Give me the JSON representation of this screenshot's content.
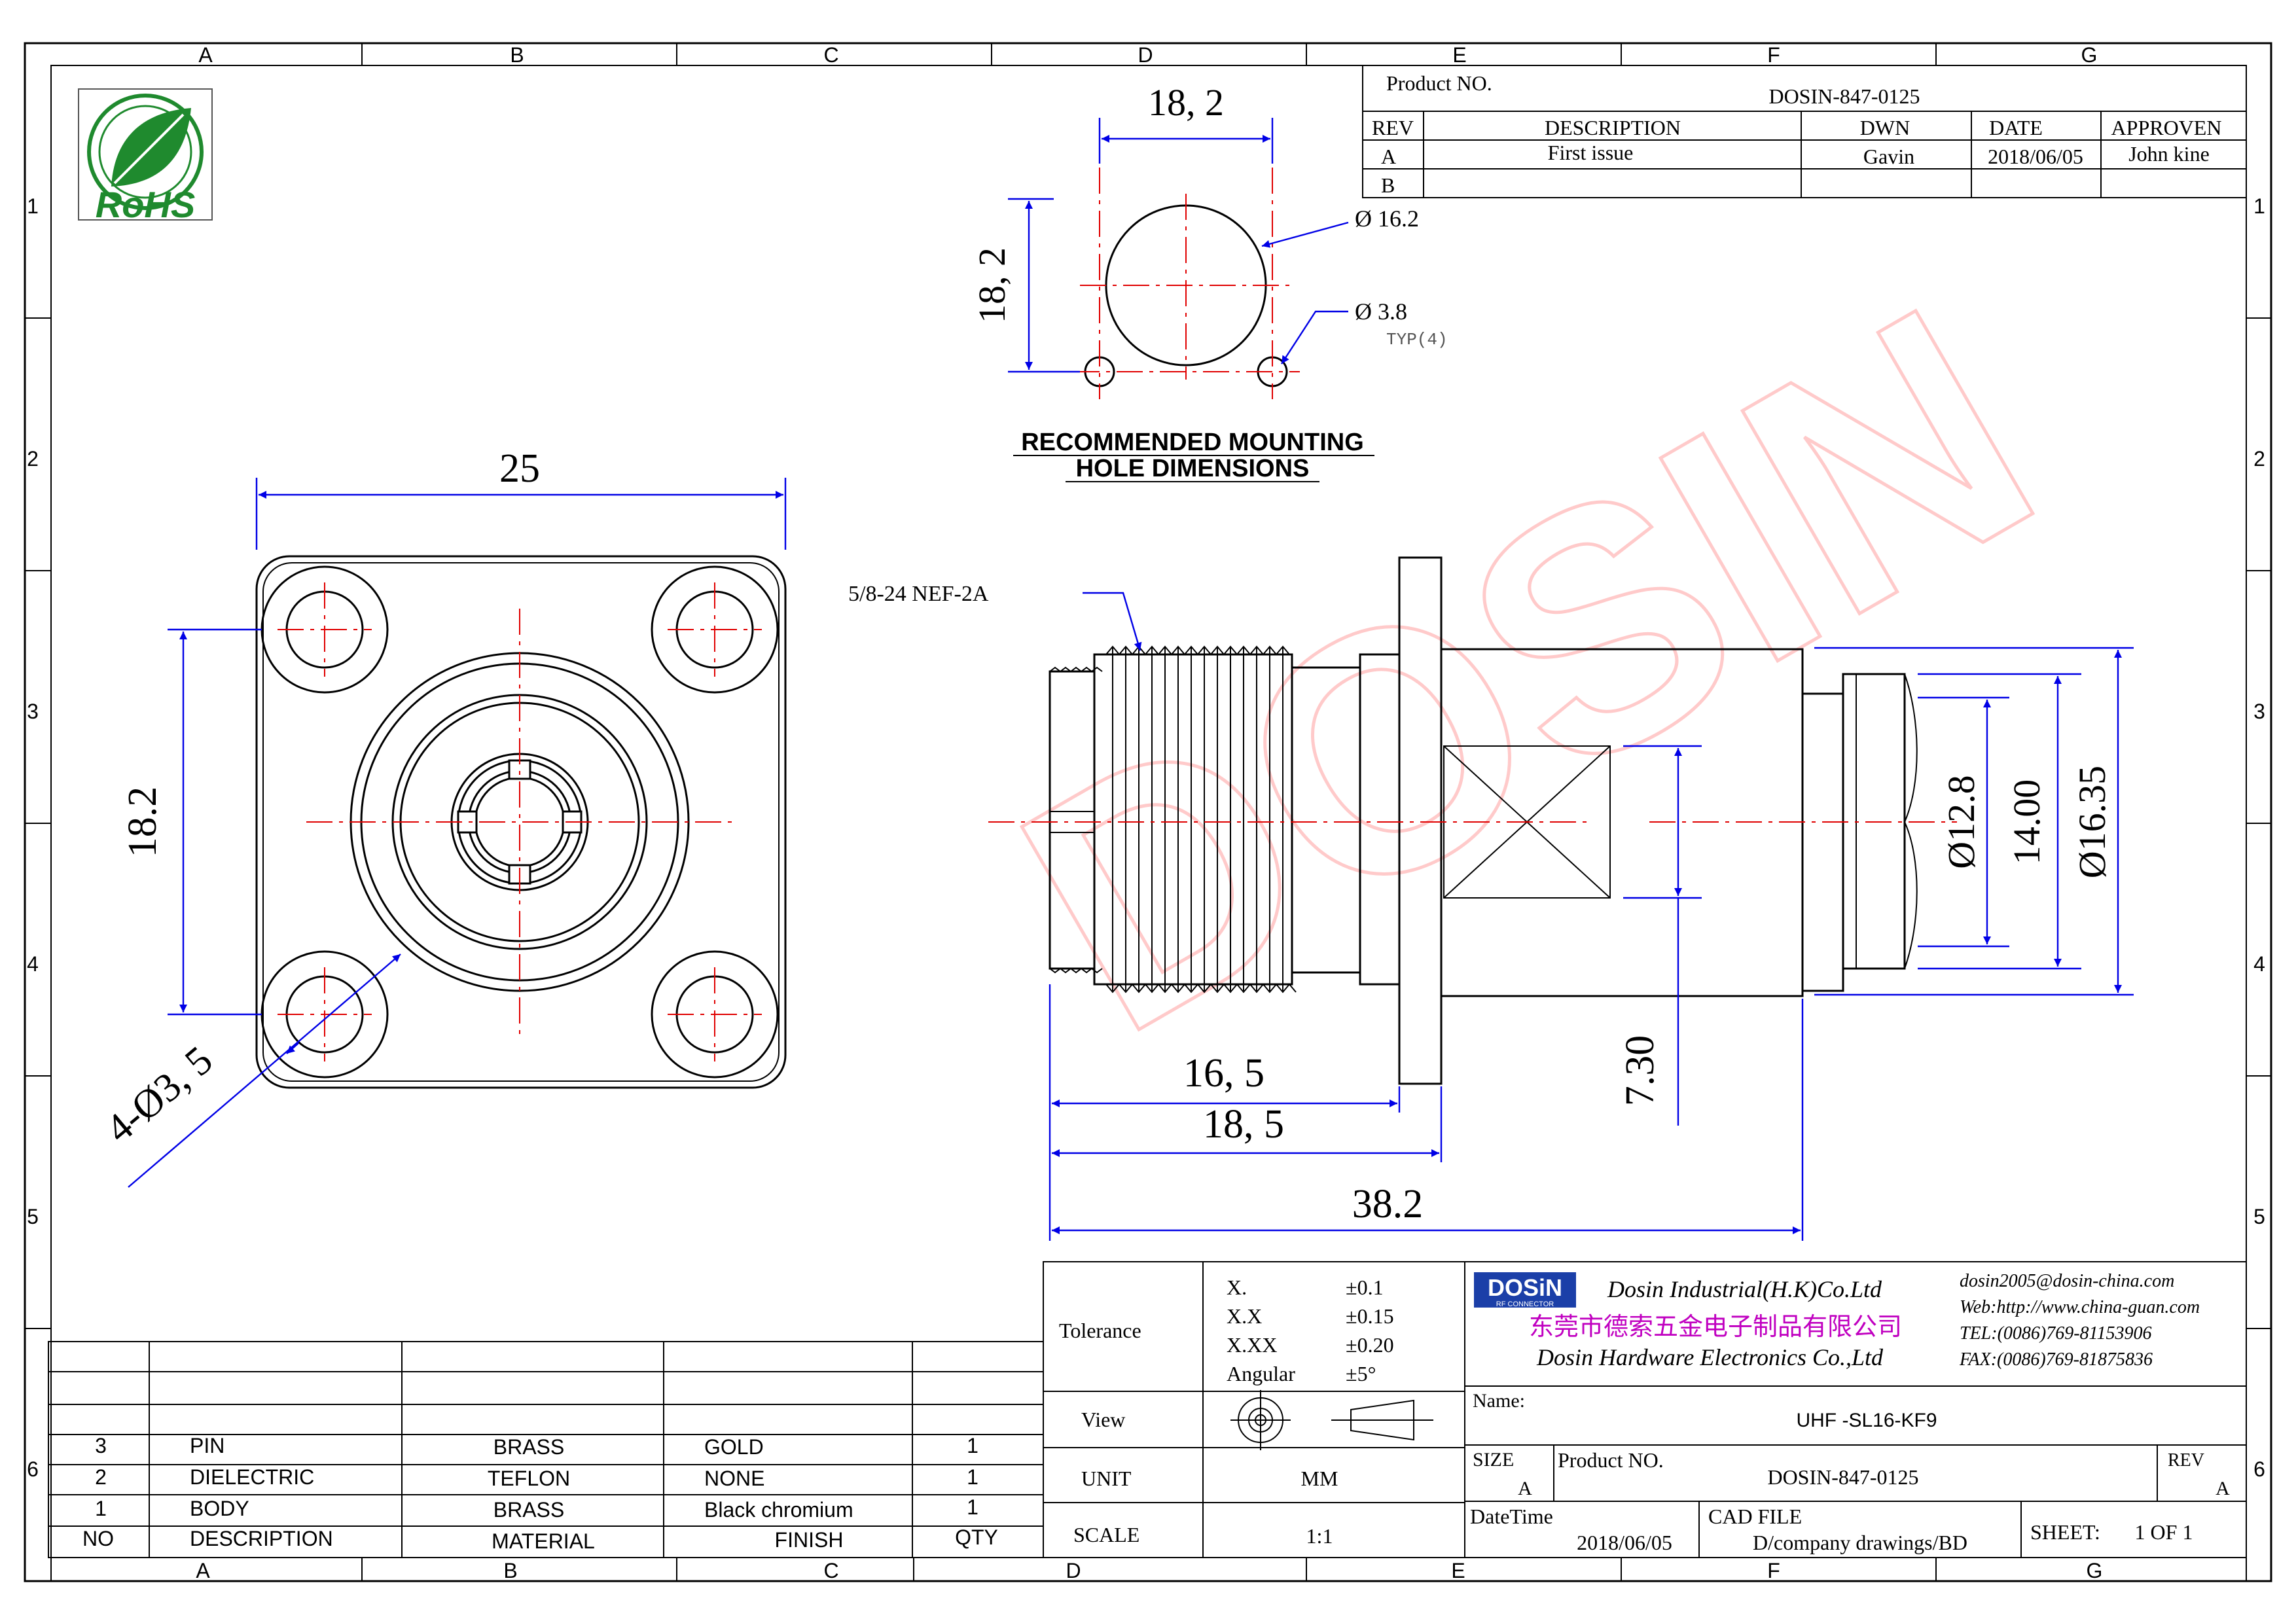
{
  "rohs_logo": {
    "text": "RoHS",
    "color": "#1f8a2e"
  },
  "watermark": {
    "text": "DOSIN",
    "color": "#ffd6d6"
  },
  "border": {
    "columns": [
      "A",
      "B",
      "C",
      "D",
      "E",
      "F",
      "G"
    ],
    "bottom_columns": [
      "A",
      "B",
      "C",
      "D",
      "E",
      "F",
      "G"
    ],
    "rows": [
      "1",
      "2",
      "3",
      "4",
      "5",
      "6"
    ]
  },
  "title_block_top": {
    "product_no_label": "Product NO.",
    "product_no": "DOSIN-847-0125",
    "headers": [
      "REV",
      "DESCRIPTION",
      "DWN",
      "DATE",
      "APPROVEN"
    ],
    "rows": [
      [
        "A",
        "First issue",
        "Gavin",
        "2018/06/05",
        "John kine"
      ],
      [
        "B",
        "",
        "",
        "",
        ""
      ]
    ]
  },
  "mounting": {
    "width": "18, 2",
    "height": "18, 2",
    "center_hole": "Ø 16.2",
    "small_hole": "Ø 3.8",
    "small_hole_note": "TYP(4)",
    "title_line1": "RECOMMENDED  MOUNTING",
    "title_line2": "HOLE  DIMENSIONS"
  },
  "front_view": {
    "width": "25",
    "hole_spacing": "18.2",
    "holes": "4-Ø3, 5"
  },
  "side_view": {
    "thread": "5/8-24 NEF-2A",
    "len_a": "16, 5",
    "len_b": "18, 5",
    "len_total": "38.2",
    "flange_h": "7.30",
    "d1": "Ø12.8",
    "d2": "14.00",
    "d3": "Ø16.35"
  },
  "bom": {
    "headers": [
      "NO",
      "DESCRIPTION",
      "MATERIAL",
      "FINISH",
      "QTY"
    ],
    "rows": [
      [
        "3",
        "PIN",
        "BRASS",
        "GOLD",
        "1"
      ],
      [
        "2",
        "DIELECTRIC",
        "TEFLON",
        "NONE",
        "1"
      ],
      [
        "1",
        "BODY",
        "BRASS",
        "Black chromium",
        "1"
      ]
    ]
  },
  "title_block": {
    "tolerance_label": "Tolerance",
    "tolerances": [
      [
        "X.",
        "±0.1"
      ],
      [
        "X.X",
        "±0.15"
      ],
      [
        "X.XX",
        "±0.20"
      ],
      [
        "Angular",
        "±5°"
      ]
    ],
    "view_label": "View",
    "unit_label": "UNIT",
    "unit": "MM",
    "scale_label": "SCALE",
    "scale": "1:1",
    "logo_text": "DOSiN",
    "logo_sub": "RF CONNECTOR",
    "company_en": "Dosin Industrial(H.K)Co.Ltd",
    "company_cn": "东莞市德索五金电子制品有限公司",
    "company_en2": "Dosin Hardware Electronics  Co.,Ltd",
    "email": "dosin2005@dosin-china.com",
    "web": "Web:http://www.china-guan.com",
    "tel": "TEL:(0086)769-81153906",
    "fax": "FAX:(0086)769-81875836",
    "name_label": "Name:",
    "name": "UHF  -SL16-KF9",
    "size_label": "SIZE",
    "size": "A",
    "product_no_label": "Product NO.",
    "product_no": "DOSIN-847-0125",
    "rev_label": "REV",
    "rev": "A",
    "datetime_label": "DateTime",
    "datetime": "2018/06/05",
    "cad_label": "CAD FILE",
    "cad": "D/company drawings/BD",
    "sheet_label": "SHEET:",
    "sheet": "1 OF 1"
  }
}
